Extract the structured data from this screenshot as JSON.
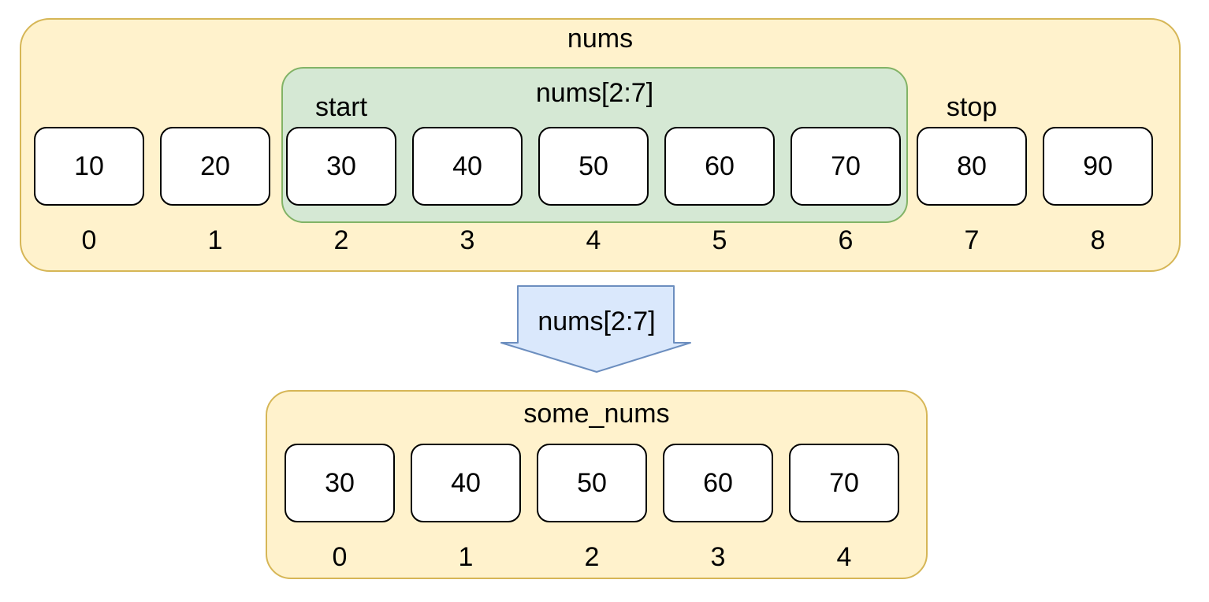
{
  "colors": {
    "container_fill": "#FFF2CC",
    "container_border": "#D6B656",
    "slice_fill": "#D5E8D4",
    "slice_border": "#82B366",
    "arrow_fill": "#DAE8FC",
    "arrow_border": "#6C8EBF",
    "cell_fill": "#FFFFFF",
    "cell_border": "#000000",
    "text": "#000000"
  },
  "top_list": {
    "title": "nums",
    "slice": {
      "label": "nums[2:7]",
      "start_label": "start",
      "stop_label": "stop"
    },
    "cells": [
      {
        "value": "10",
        "index": "0"
      },
      {
        "value": "20",
        "index": "1"
      },
      {
        "value": "30",
        "index": "2"
      },
      {
        "value": "40",
        "index": "3"
      },
      {
        "value": "50",
        "index": "4"
      },
      {
        "value": "60",
        "index": "5"
      },
      {
        "value": "70",
        "index": "6"
      },
      {
        "value": "80",
        "index": "7"
      },
      {
        "value": "90",
        "index": "8"
      }
    ]
  },
  "arrow": {
    "label": "nums[2:7]"
  },
  "bottom_list": {
    "title": "some_nums",
    "cells": [
      {
        "value": "30",
        "index": "0"
      },
      {
        "value": "40",
        "index": "1"
      },
      {
        "value": "50",
        "index": "2"
      },
      {
        "value": "60",
        "index": "3"
      },
      {
        "value": "70",
        "index": "4"
      }
    ]
  }
}
